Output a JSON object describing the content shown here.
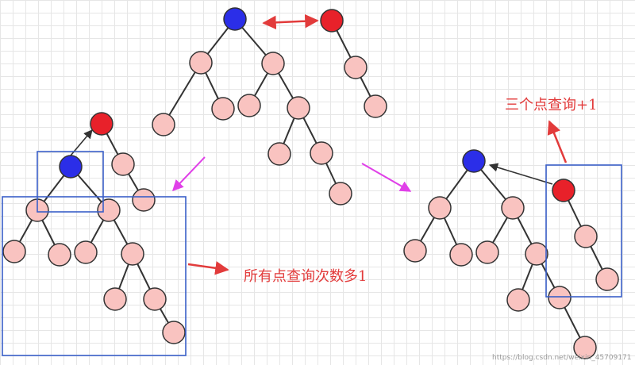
{
  "colors": {
    "node_fill": "#f9c3c0",
    "blue_node": "#2b2ee8",
    "red_node": "#e8212a",
    "edge": "#333333",
    "box": "#3a5fc8",
    "arrow_red": "#e23b3b",
    "arrow_magenta": "#e040e8",
    "label": "#e23b3b"
  },
  "annotations": {
    "all_nodes_query": "所有点查询次数多1",
    "three_nodes_query": "三个点查询+1"
  },
  "watermark": "https://blog.csdn.net/weixin_45709171"
}
